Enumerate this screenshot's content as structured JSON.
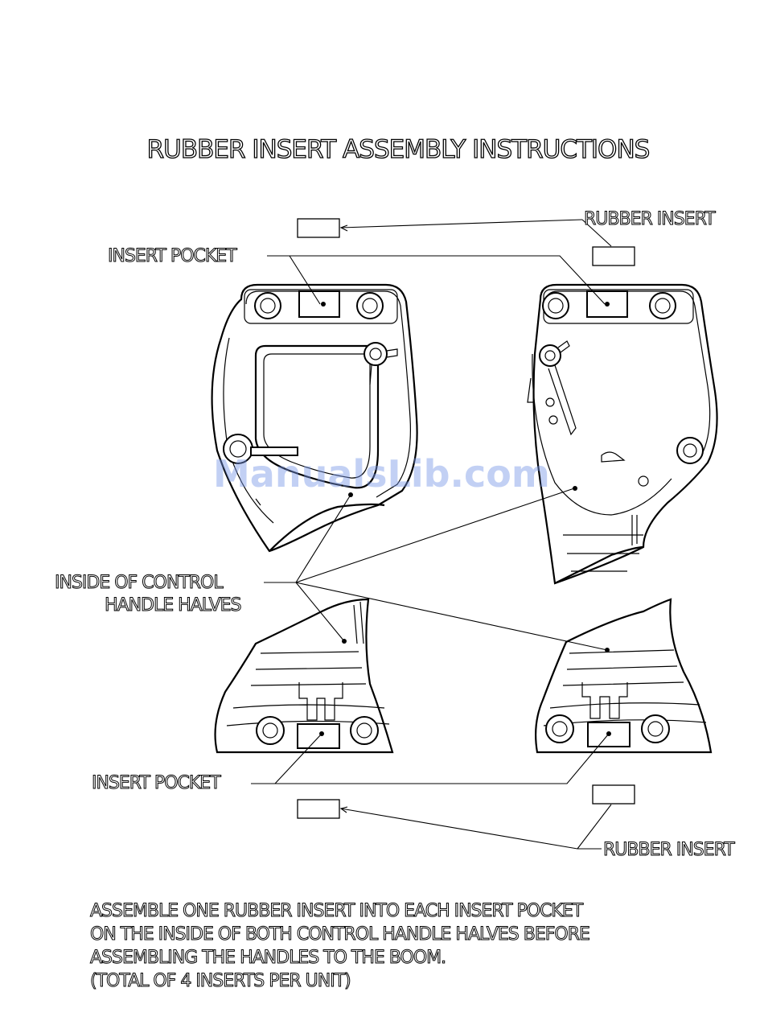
{
  "title": "RUBBER INSERT ASSEMBLY INSTRUCTIONS",
  "labels": {
    "rubber_insert_top": "RUBBER INSERT",
    "insert_pocket_top": "INSERT POCKET",
    "inside_handles_line1": "INSIDE OF CONTROL",
    "inside_handles_line2": "HANDLE HALVES",
    "insert_pocket_bottom": "INSERT POCKET",
    "rubber_insert_bottom": "RUBBER INSERT"
  },
  "instructions": [
    "ASSEMBLE ONE RUBBER INSERT INTO EACH INSERT POCKET",
    "ON THE INSIDE OF BOTH CONTROL HANDLE HALVES BEFORE",
    "ASSEMBLING THE HANDLES TO THE BOOM.",
    "(TOTAL OF 4 INSERTS PER UNIT)"
  ],
  "watermark": "ManualsLib.com"
}
